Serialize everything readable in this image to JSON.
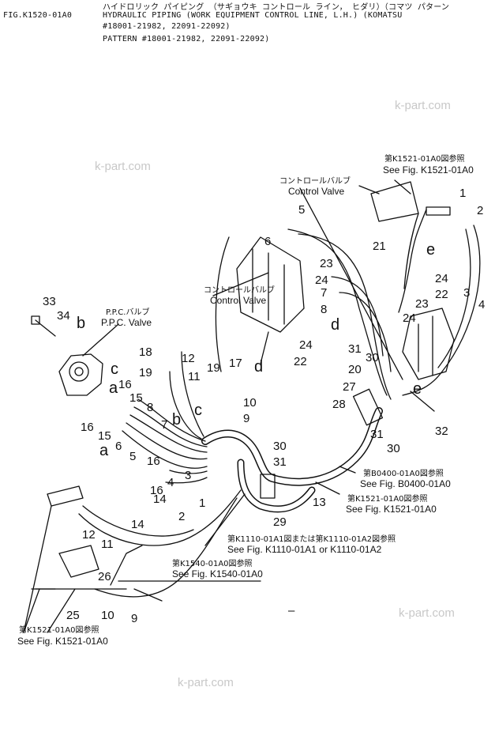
{
  "header": {
    "fig": "FIG.K1520-01A0",
    "title_jp": "ハイドロリック パイピング （サギョウキ コントロール ライン， ヒダリ）（コマツ パターン",
    "title_en": "HYDRAULIC PIPING (WORK EQUIPMENT CONTROL LINE, L.H.) (KOMATSU",
    "serial": "#18001-21982, 22091-22092)",
    "pattern": "PATTERN #18001-21982, 22091-22092)"
  },
  "watermarks": [
    "k-part.com",
    "k-part.com",
    "k-part.com",
    "k-part.com"
  ],
  "components": {
    "control_valve_right": {
      "jp": "コントロールバルブ",
      "en": "Control Valve"
    },
    "control_valve_mid": {
      "jp": "コントロールバルブ",
      "en": "Control Valve"
    },
    "ppc_valve": {
      "jp": "P.P.C.バルブ",
      "en": "P.P.C. Valve"
    }
  },
  "references": [
    {
      "jp": "第K1521-01A0図参照",
      "en": "See Fig. K1521-01A0"
    },
    {
      "jp": "第B0400-01A0図参照",
      "en": "See Fig. B0400-01A0"
    },
    {
      "jp": "第K1521-01A0図参照",
      "en": "See Fig. K1521-01A0"
    },
    {
      "jp": "第K1110-01A1図または第K1110-01A2図参照",
      "en": "See Fig. K1110-01A1 or K1110-01A2"
    },
    {
      "jp": "第K1540-01A0図参照",
      "en": "See Fig. K1540-01A0"
    },
    {
      "jp": "第K1521-01A0図参照",
      "en": "See Fig. K1521-01A0"
    }
  ],
  "callouts": {
    "top_right": [
      "1",
      "2",
      "3",
      "4",
      "5",
      "6",
      "7",
      "8",
      "21",
      "22",
      "23",
      "24",
      "24",
      "23",
      "24",
      "22",
      "24",
      "20",
      "31",
      "30",
      "27",
      "28",
      "32",
      "31",
      "30"
    ],
    "center": [
      "17",
      "18",
      "12",
      "19",
      "19",
      "11",
      "10",
      "9",
      "30",
      "31",
      "13",
      "29"
    ],
    "left": [
      "33",
      "34",
      "16",
      "15",
      "8",
      "7",
      "16",
      "15",
      "6",
      "5",
      "16",
      "3",
      "4",
      "16",
      "14",
      "14",
      "2",
      "1",
      "12",
      "11",
      "26",
      "25",
      "10",
      "9"
    ]
  },
  "letters": [
    "b",
    "c",
    "a",
    "b",
    "c",
    "a",
    "d",
    "d",
    "e",
    "e"
  ],
  "minus_mark": "–"
}
